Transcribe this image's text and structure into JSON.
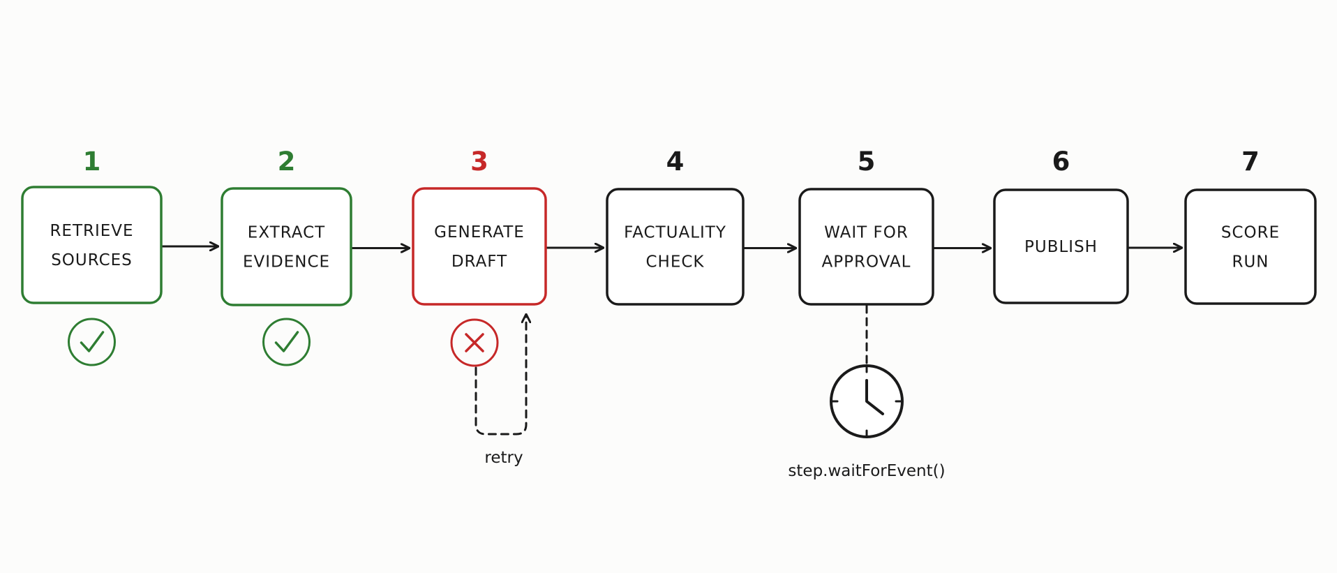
{
  "colors": {
    "done": "#2e7d32",
    "failed": "#c62828",
    "pending": "#1a1a1a"
  },
  "steps": [
    {
      "number": "1",
      "label": [
        "RETRIEVE",
        "SOURCES"
      ],
      "status": "done",
      "status_icon": "check-icon"
    },
    {
      "number": "2",
      "label": [
        "EXTRACT",
        "EVIDENCE"
      ],
      "status": "done",
      "status_icon": "check-icon"
    },
    {
      "number": "3",
      "label": [
        "GENERATE",
        "DRAFT"
      ],
      "status": "failed",
      "status_icon": "x-icon"
    },
    {
      "number": "4",
      "label": [
        "FACTUALITY",
        "CHECK"
      ],
      "status": "pending"
    },
    {
      "number": "5",
      "label": [
        "WAIT FOR",
        "APPROVAL"
      ],
      "status": "pending"
    },
    {
      "number": "6",
      "label": [
        "PUBLISH"
      ],
      "status": "pending"
    },
    {
      "number": "7",
      "label": [
        "SCORE",
        "RUN"
      ],
      "status": "pending"
    }
  ],
  "retry": {
    "label": "retry",
    "icon": "retry-loop-arrow"
  },
  "wait": {
    "label": "step.waitForEvent()",
    "icon": "clock-icon"
  }
}
